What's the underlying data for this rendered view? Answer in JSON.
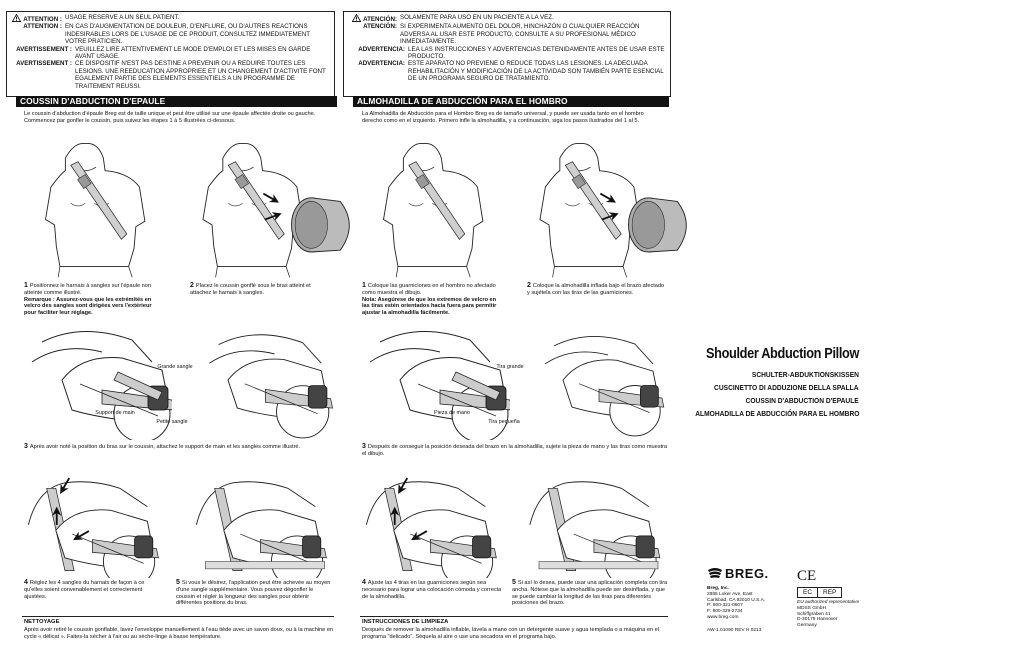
{
  "fr": {
    "warnings": [
      {
        "label": "ATTENTION :",
        "text": "USAGE RESERVE A UN SEUL PATIENT.",
        "icon": true
      },
      {
        "label": "ATTENTION :",
        "text": "EN CAS D'AUGMENTATION DE DOULEUR, D'ENFLURE, OU D'AUTRES REACTIONS INDESIRABLES LORS DE L'USAGE DE CE PRODUIT, CONSULTEZ IMMEDIATEMENT VOTRE PRATICIEN."
      },
      {
        "label": "AVERTISSEMENT :",
        "text": "VEUILLEZ LIRE ATTENTIVEMENT LE MODE D'EMPLOI ET LES MISES EN GARDE AVANT USAGE."
      },
      {
        "label": "AVERTISSEMENT :",
        "text": "CE DISPOSITIF N'EST PAS DESTINE A PREVENIR OU A REDUIRE TOUTES LES LESIONS. UNE REEDUCATION APPROPRIEE ET UN CHANGEMENT D'ACTIVITE FONT EGALEMENT PARTIE DES ELEMENTS ESSENTIELS A UN PROGRAMME DE TRAITEMENT REUSSI."
      }
    ],
    "section_title": "COUSSIN D'ABDUCTION D'EPAULE",
    "intro": "Le coussin d'abduction d'épaule Breg est de taille unique et peut être utilisé sur une épaule affectée droite ou gauche. Commencez par gonfler le coussin, puis suivez les étapes 1 à 5 illustrées ci-dessous.",
    "step1_num": "1",
    "step1": "Positionnez le harnais à sangles sur l'épaule non atteinte comme illustré.",
    "step1_note": "Remarque : Assurez-vous que les extrémités en velcro des sangles sont dirigées vers l'extérieur pour faciliter leur réglage.",
    "step2_num": "2",
    "step2": "Placez le coussin gonflé sous le bras atteint et attachez le harnais à sangles.",
    "callout_big": "Grande sangle",
    "callout_support": "Support de main",
    "callout_small": "Petite sangle",
    "step3_num": "3",
    "step3": "Après avoir noté la position du bras sur le coussin, attachez le support de main et les sangles comme illustré.",
    "step4_num": "4",
    "step4": "Réglez les 4 sangles du harnais de façon à ce qu'elles soient convenablement et correctement ajustées.",
    "step5_num": "5",
    "step5": "Si vous le désirez, l'application peut être achevée au moyen d'une sangle supplémentaire. Vous pouvez dégonfler le coussin et régler la longueur des sangles pour obtenir différentes positions du bras.",
    "care_head": "NETTOYAGE",
    "care": "Après avoir retiré le coussin gonflable, lavez l'enveloppe manuellement à l'eau tiède avec un savon doux, ou à la machine en cycle « délicat ». Faites-la sécher à l'air ou au sèche-linge à basse température."
  },
  "es": {
    "warnings": [
      {
        "label": "ATENCIÓN:",
        "text": "SOLAMENTE PARA USO EN UN PACIENTE A LA VEZ.",
        "icon": true
      },
      {
        "label": "ATENCIÓN:",
        "text": "SI EXPERIMENTA AUMENTO DEL DOLOR, HINCHAZÓN O CUALQUIER REACCIÓN ADVERSA AL USAR ESTE PRODUCTO, CONSULTE A SU PROFESIONAL MÉDICO INMEDIATAMENTE."
      },
      {
        "label": "ADVERTENCIA:",
        "text": "LEA LAS INSTRUCCIONES Y ADVERTENCIAS DETENIDAMENTE ANTES DE USAR ESTE PRODUCTO."
      },
      {
        "label": "ADVERTENCIA:",
        "text": "ESTE APARATO NO PREVIENE O REDUCE TODAS LAS LESIONES. LA ADECUADA REHABILITACIÓN Y MODIFICACIÓN DE LA ACTIVIDAD SON TAMBIÉN PARTE ESENCIAL DE UN PROGRAMA SEGURO DE TRATAMIENTO."
      }
    ],
    "section_title": "ALMOHADILLA DE ABDUCCIÓN PARA EL HOMBRO",
    "intro": "La Almohadilla de Abducción para el Hombro Breg es de tamaño universal, y puede ser usada tanto en el hombro derecho como en el izquierdo. Primero infle la almohadilla, y a continuación, siga los pasos ilustrados del 1 al 5.",
    "step1_num": "1",
    "step1": "Coloque las guarniciones en el hombro no afectado como muestra el dibujo.",
    "step1_note": "Nota: Asegúrese de que los extremos de velcro en las tiras estén orientados hacia fuera para permitir ajustar la almohadilla fácilmente.",
    "step2_num": "2",
    "step2": "Coloque la almohadilla inflada bajo el brazo afectado y sujétela con las tiras de las guarniciones.",
    "callout_big": "Tira grande",
    "callout_support": "Pieza de mano",
    "callout_small": "Tira pequeña",
    "step3_num": "3",
    "step3": "Después de conseguir la posición deseada del brazo en la almohadilla, sujete la pieza de mano y las tiras como muestra el dibujo.",
    "step4_num": "4",
    "step4": "Ajuste las 4 tiras en las guarniciones según sea necesario para lograr una colocación cómoda y correcta de la almohadilla.",
    "step5_num": "5",
    "step5": "Si así lo desea, puede usar una aplicación completa con tira ancha. Nótese que la almohadilla puede ser desinflada, y que se puede cambiar la longitud de las tiras para diferentes posiciones del brazo.",
    "care_head": "INSTRUCCIONES DE LIMPIEZA",
    "care": "Después de remover la almohadilla inflable, lávela a mano con un detergente suave y agua templada o a máquina en el programa \"delicado\". Séquela al aire o use una secadora en el programa bajo."
  },
  "cover": {
    "title": "Shoulder Abduction Pillow",
    "subtitles": [
      "SCHULTER-ABDUKTIONSKISSEN",
      "CUSCINETTO DI ADDUZIONE DELLA SPALLA",
      "COUSSIN D'ABDUCTION D'EPAULE",
      "ALMOHADILLA DE ABDUCCIÓN PARA EL HOMBRO"
    ],
    "brand": "BREG.",
    "company": "Breg, Inc.",
    "address_lines": [
      "2885 Loker Ave. East",
      "Carlsbad, CA 92010 U.S.A.",
      "P: 800-321-0607",
      "F: 800-329-2734",
      "www.breg.com"
    ],
    "ce_mark": "CE",
    "ec_label": "EC",
    "rep_label": "REP",
    "eu_rep_lines": [
      "EU authorized representative",
      "MDSS GmbH",
      "Schiffgraben 41",
      "D-30175 Hannover",
      "Germany"
    ],
    "doc_code": "AW-1.01090 REV H 0213"
  }
}
